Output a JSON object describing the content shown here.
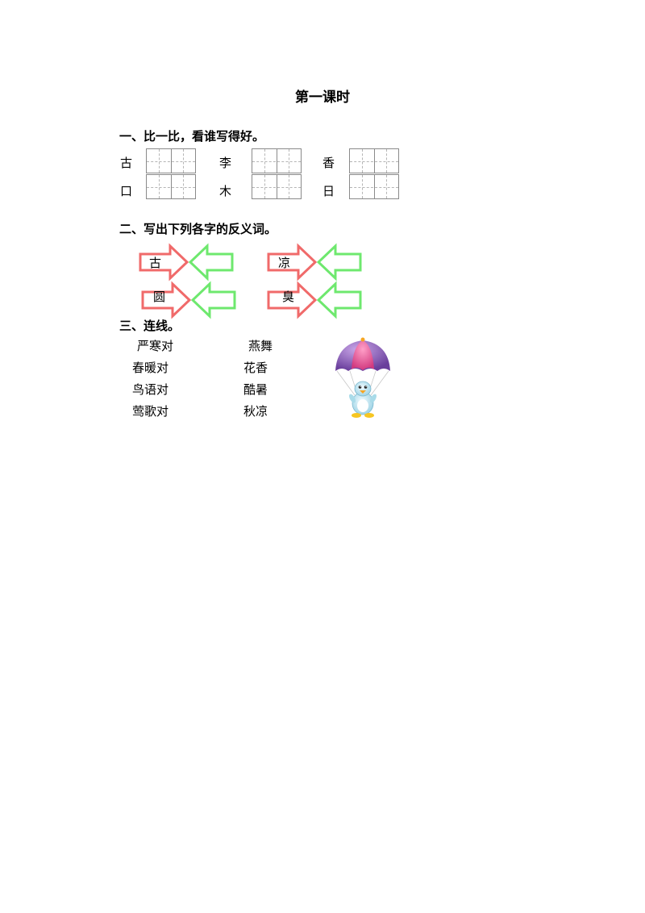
{
  "title": "第一课时",
  "section1": {
    "heading": "一、比一比，看谁写得好。",
    "chars": [
      "古",
      "李",
      "香",
      "口",
      "木",
      "日"
    ]
  },
  "section2": {
    "heading": "二、写出下列各字的反义词。",
    "words": [
      "古",
      "凉",
      "圆",
      "臭"
    ]
  },
  "section3": {
    "heading": "三、连线。",
    "left": [
      "严寒对",
      "春暖对",
      "鸟语对",
      "莺歌对"
    ],
    "right": [
      "燕舞",
      "花香",
      "酷暑",
      "秋凉"
    ]
  },
  "colors": {
    "red_arrow": "#f06a6a",
    "green_arrow": "#6ee86e",
    "grid": "#8a8a8a"
  },
  "illustration": "penguin-parachute-icon"
}
